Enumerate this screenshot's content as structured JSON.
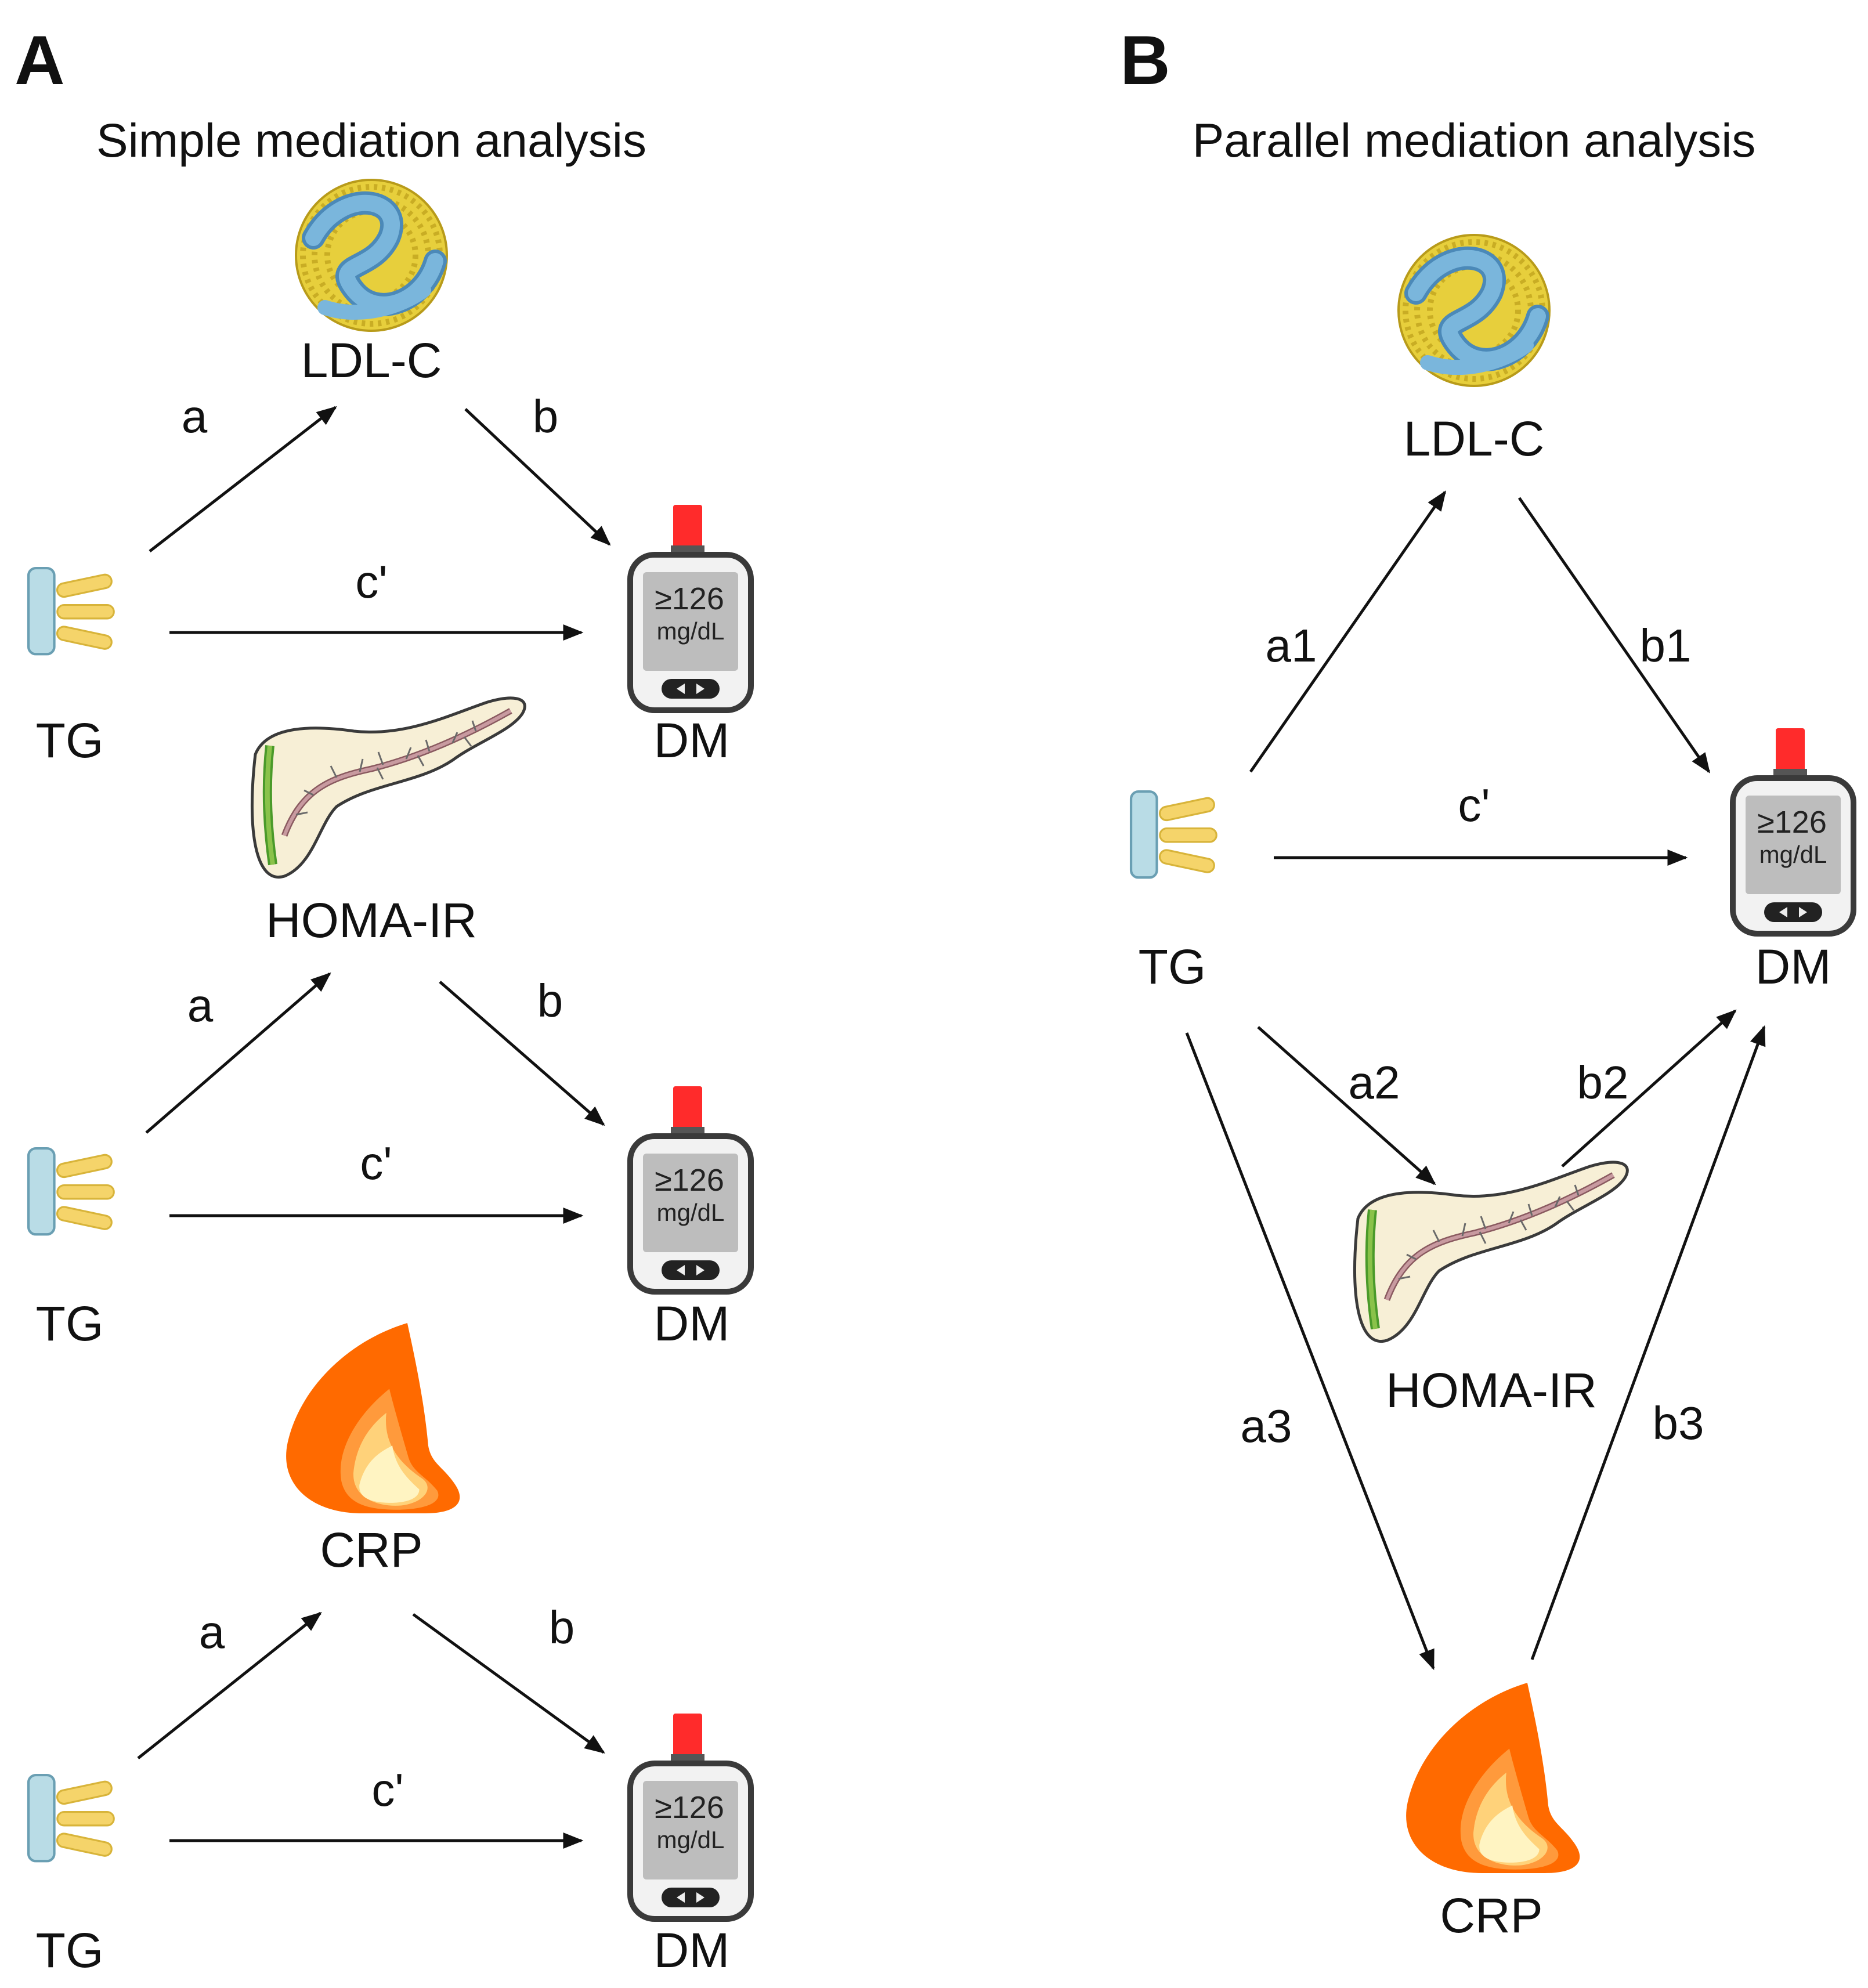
{
  "panels": {
    "A": {
      "letter": "A",
      "title": "Simple mediation analysis",
      "diagrams": [
        {
          "mediator": "LDL-C",
          "mediator_icon": "lipoprotein-icon",
          "x_label": "TG",
          "y_label": "DM",
          "path_a": "a",
          "path_b": "b",
          "path_c": "c'"
        },
        {
          "mediator": "HOMA-IR",
          "mediator_icon": "pancreas-icon",
          "x_label": "TG",
          "y_label": "DM",
          "path_a": "a",
          "path_b": "b",
          "path_c": "c'"
        },
        {
          "mediator": "CRP",
          "mediator_icon": "flame-icon",
          "x_label": "TG",
          "y_label": "DM",
          "path_a": "a",
          "path_b": "b",
          "path_c": "c'"
        }
      ]
    },
    "B": {
      "letter": "B",
      "title": "Parallel mediation analysis",
      "nodes": {
        "x": "TG",
        "y": "DM",
        "m1": "LDL-C",
        "m2": "HOMA-IR",
        "m3": "CRP"
      },
      "paths": {
        "a1": "a1",
        "b1": "b1",
        "a2": "a2",
        "b2": "b2",
        "a3": "a3",
        "b3": "b3",
        "c": "c'"
      }
    }
  },
  "meter": {
    "value": "≥126",
    "unit": "mg/dL"
  },
  "colors": {
    "flame_outer": "#ff6a00",
    "flame_inner": "#ffd27a",
    "meter_strip": "#ff2b2b",
    "lipid_tail": "#f5d46a",
    "glycerol": "#b9dce6",
    "pancreas_fill": "#f7efd6",
    "duct": "#c89aa0",
    "ldl_ribbon": "#7ab6dc",
    "ldl_dots": "#e7cf3c"
  }
}
